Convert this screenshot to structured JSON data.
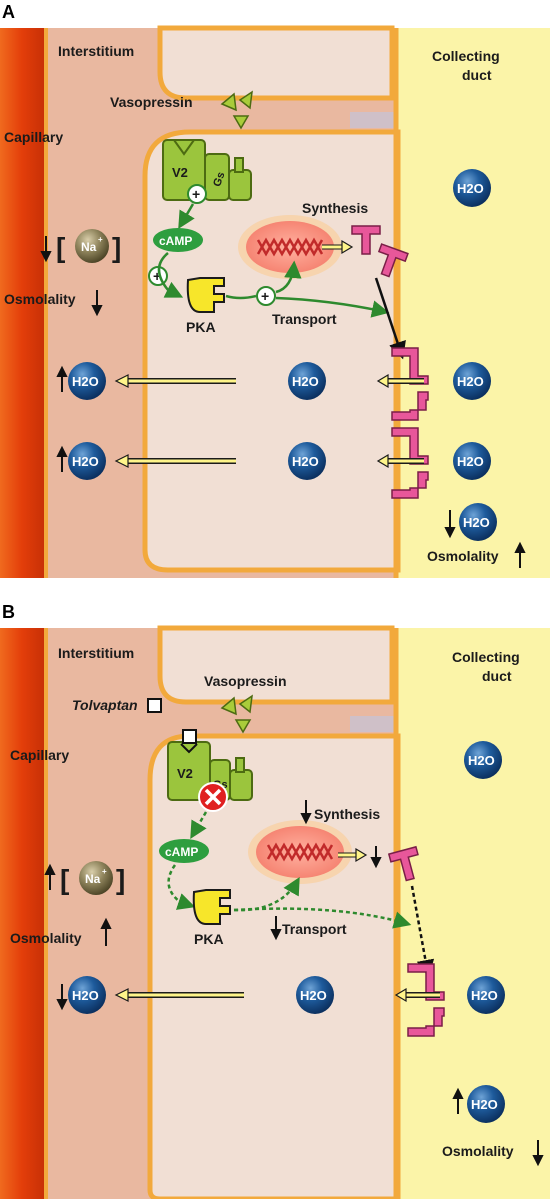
{
  "panels": [
    {
      "letter": "A",
      "interstitium": "Interstitium",
      "collecting_duct": [
        "Collecting",
        "duct"
      ],
      "capillary": "Capillary",
      "vasopressin": "Vasopressin",
      "v2": "V2",
      "gs": "Gs",
      "camp": "cAMP",
      "pka": "PKA",
      "synthesis": "Synthesis",
      "transport": "Transport",
      "na": "Na",
      "na_sup": "+",
      "osmolality_left": "Osmolality",
      "osmolality_right": "Osmolality",
      "h2o": "H2O",
      "plus": "+"
    },
    {
      "letter": "B",
      "interstitium": "Interstitium",
      "collecting_duct": [
        "Collecting",
        "duct"
      ],
      "capillary": "Capillary",
      "tolvaptan": "Tolvaptan",
      "vasopressin": "Vasopressin",
      "v2": "V2",
      "gs": "Gs",
      "camp": "cAMP",
      "pka": "PKA",
      "synthesis": "Synthesis",
      "transport": "Transport",
      "na": "Na",
      "na_sup": "+",
      "osmolality_left": "Osmolality",
      "osmolality_right": "Osmolality",
      "h2o": "H2O"
    }
  ],
  "colors": {
    "capillary": "#e84a10",
    "interstitium": "#e9b8a0",
    "cell": "#f1dfd4",
    "membrane": "#f2a93c",
    "duct": "#fbf4a8",
    "h2o_sphere": "#1a4f8a",
    "aquaporin": "#e8579a",
    "receptor": "#9bc53d",
    "camp": "#2e9e3f",
    "pka": "#f7e62a"
  }
}
